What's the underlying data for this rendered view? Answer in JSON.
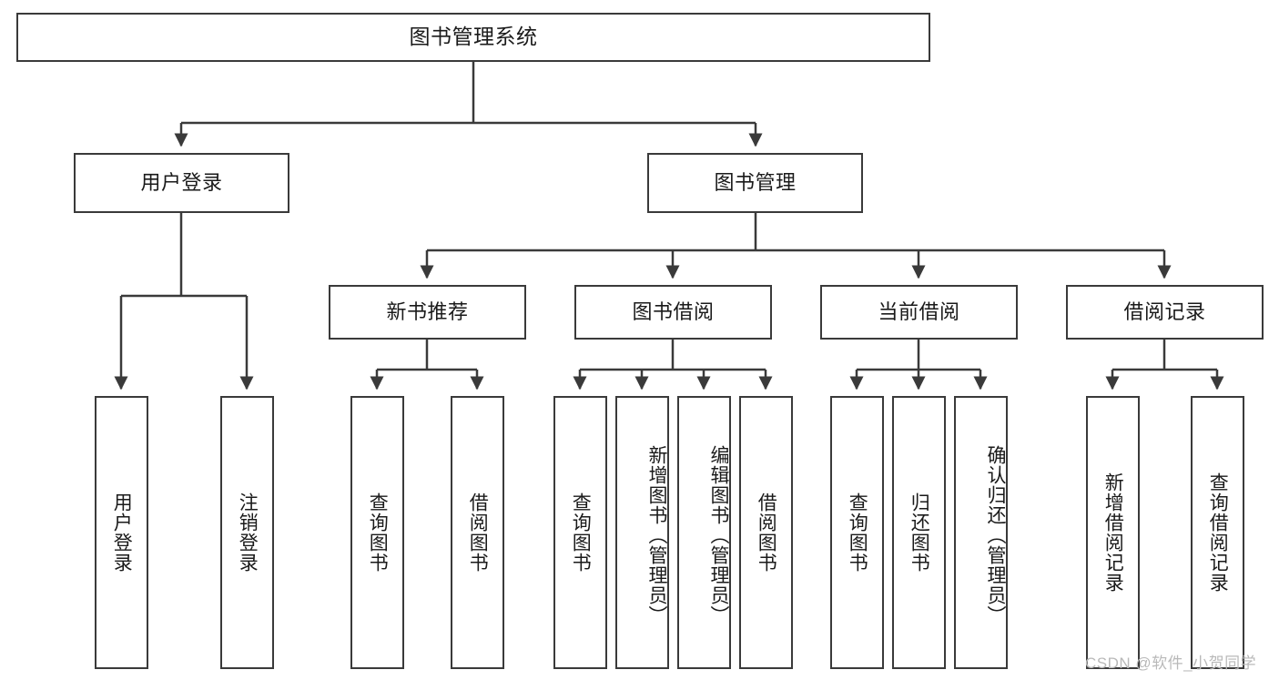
{
  "diagram": {
    "title": "图书管理系统",
    "root": {
      "label": "图书管理系统"
    },
    "level2": [
      {
        "label": "用户登录"
      },
      {
        "label": "图书管理"
      }
    ],
    "level3": [
      {
        "label": "新书推荐"
      },
      {
        "label": "图书借阅"
      },
      {
        "label": "当前借阅"
      },
      {
        "label": "借阅记录"
      }
    ],
    "leaves": [
      {
        "label": "用户登录"
      },
      {
        "label": "注销登录"
      },
      {
        "label": "查询图书"
      },
      {
        "label": "借阅图书"
      },
      {
        "label": "查询图书"
      },
      {
        "label": "新增图书（管理员）"
      },
      {
        "label": "编辑图书（管理员）"
      },
      {
        "label": "借阅图书"
      },
      {
        "label": "查询图书"
      },
      {
        "label": "归还图书"
      },
      {
        "label": "确认归还（管理员）"
      },
      {
        "label": "新增借阅记录"
      },
      {
        "label": "查询借阅记录"
      }
    ]
  },
  "watermark": {
    "text": "CSDN @软件_小贺同学"
  },
  "colors": {
    "stroke": "#3a3a3a",
    "background": "#ffffff",
    "text": "#1a1a1a",
    "watermark": "#b9b9b9"
  }
}
